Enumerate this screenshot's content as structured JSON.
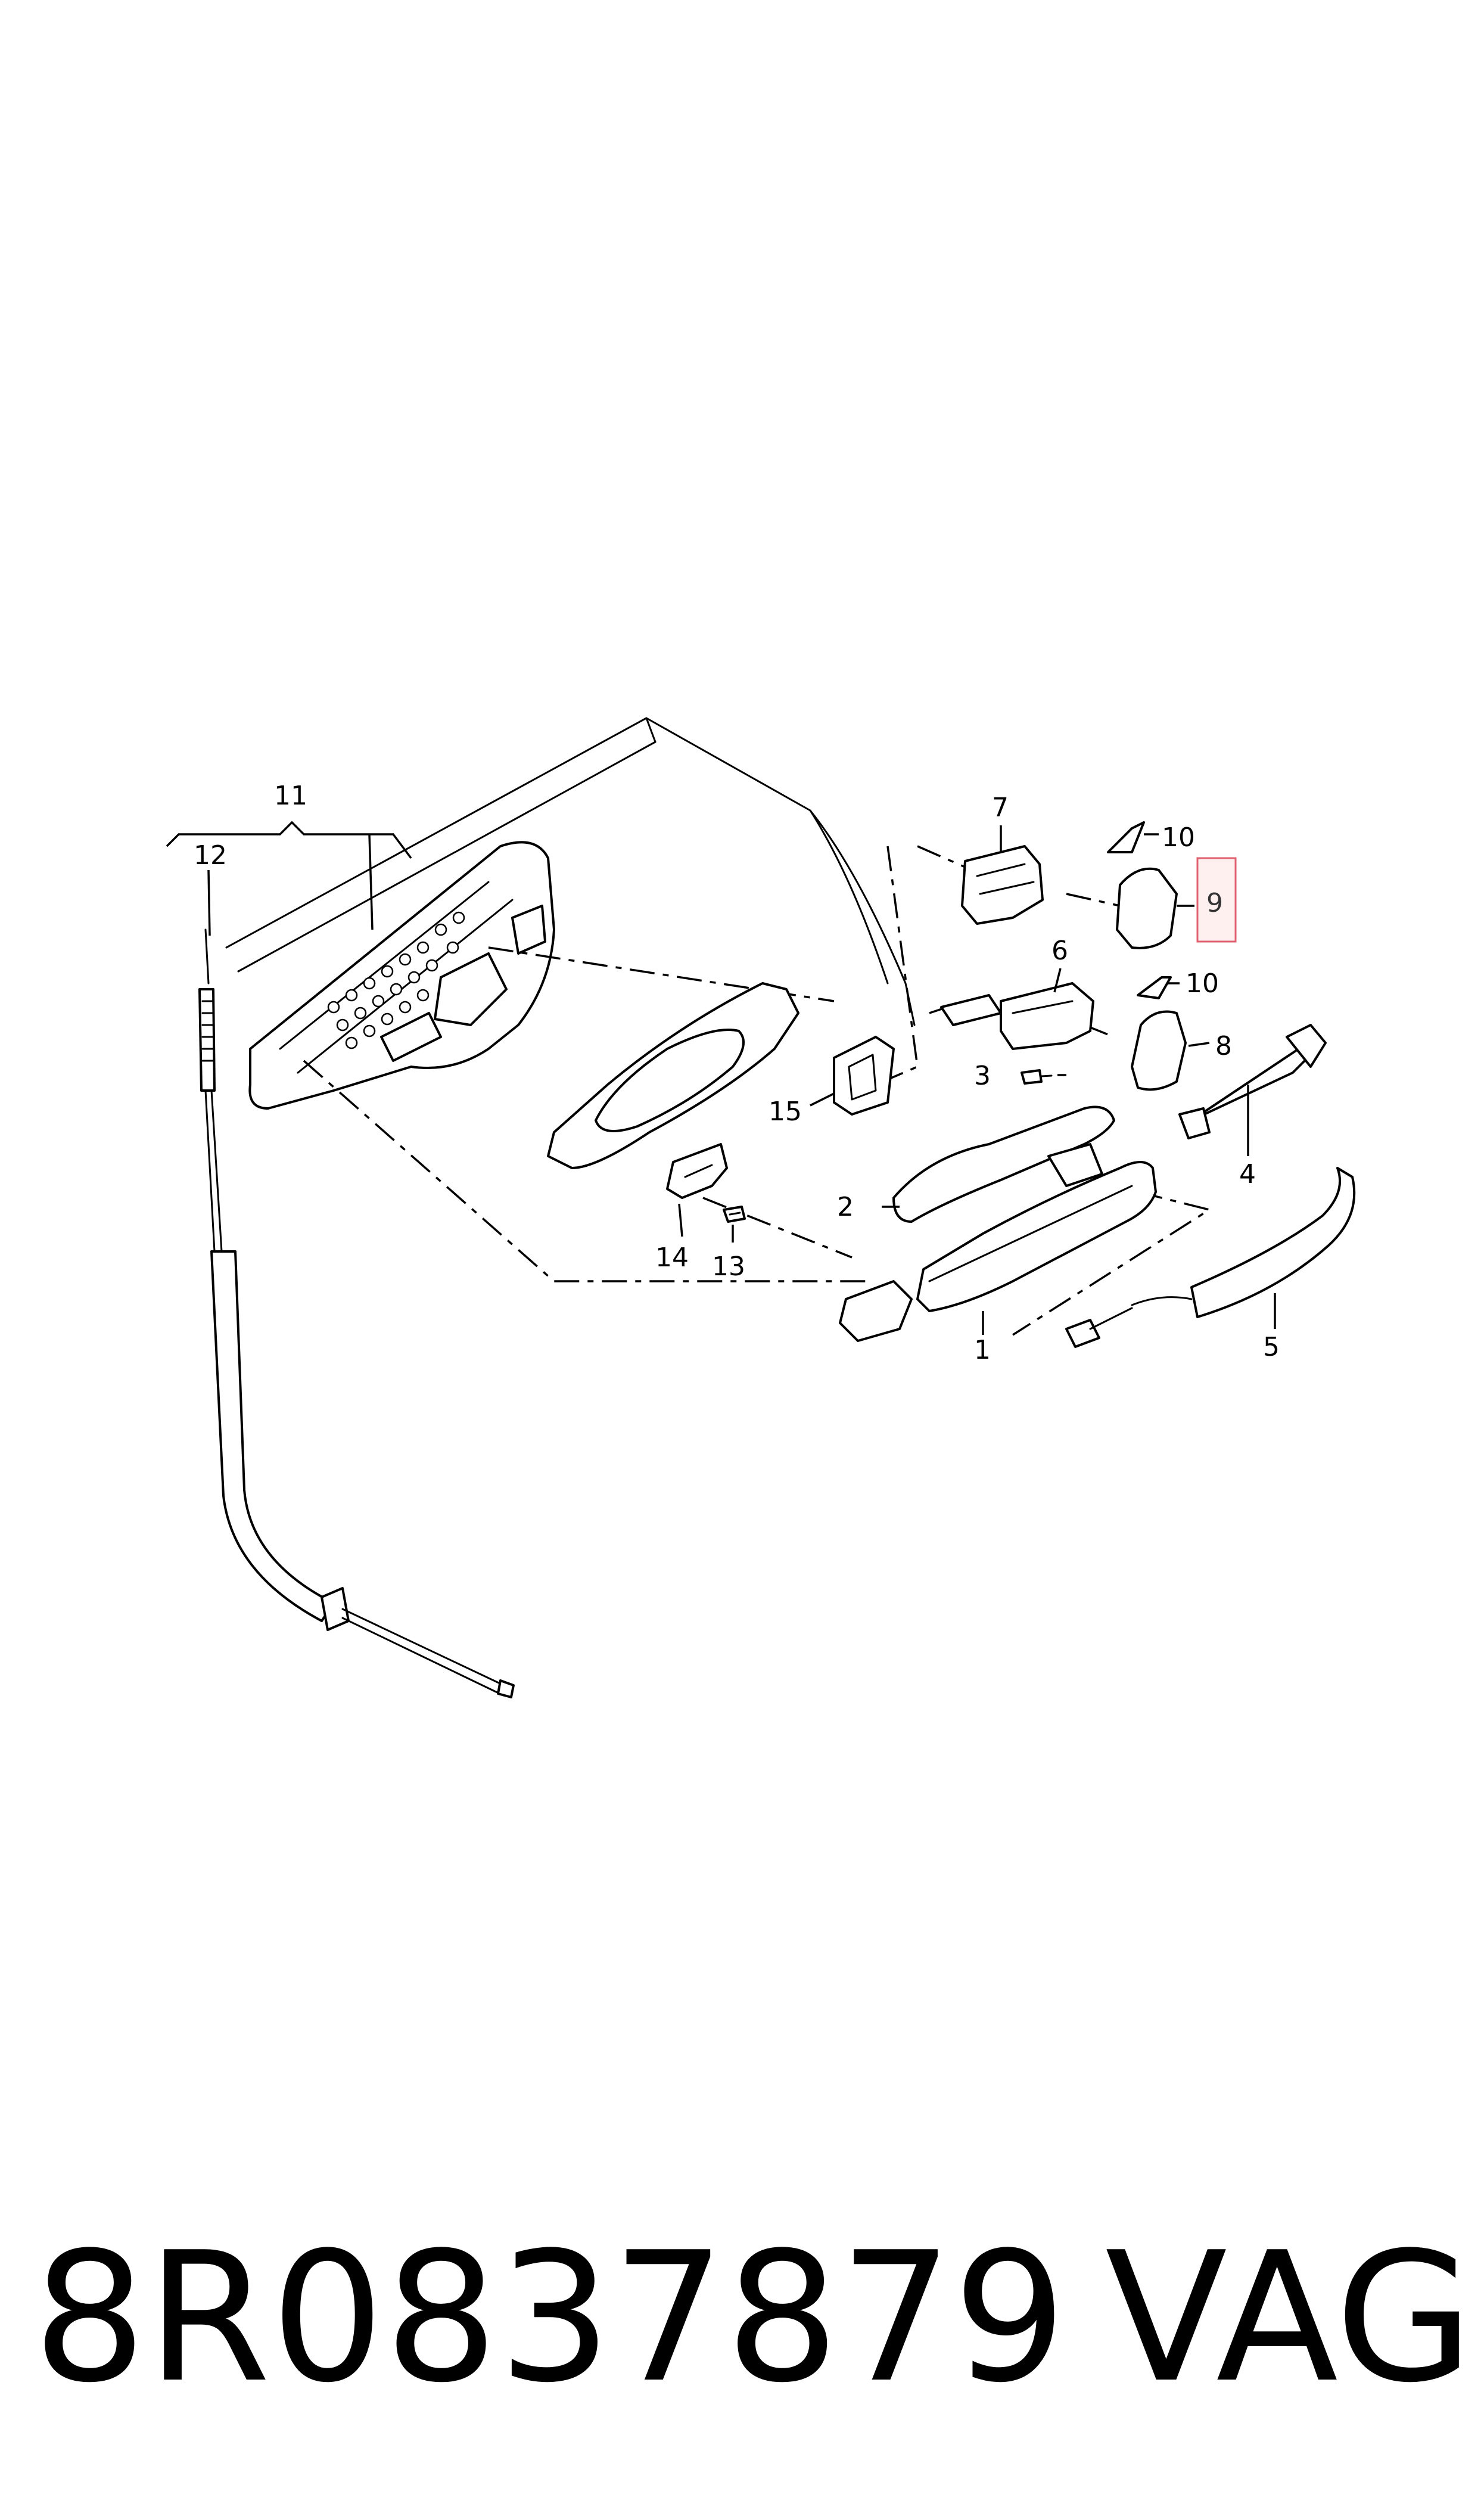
{
  "callouts": {
    "c1": "1",
    "c2": "2",
    "c3": "3",
    "c4": "4",
    "c5": "5",
    "c6": "6",
    "c7": "7",
    "c8": "8",
    "c9": "9",
    "c10a": "10",
    "c10b": "10",
    "c11": "11",
    "c12": "12",
    "c13": "13",
    "c14": "14",
    "c15": "15"
  },
  "highlighted_callout": "9",
  "highlight_color": "#e06070",
  "footer": {
    "part_number": "8R0837879",
    "brand": "VAG"
  }
}
